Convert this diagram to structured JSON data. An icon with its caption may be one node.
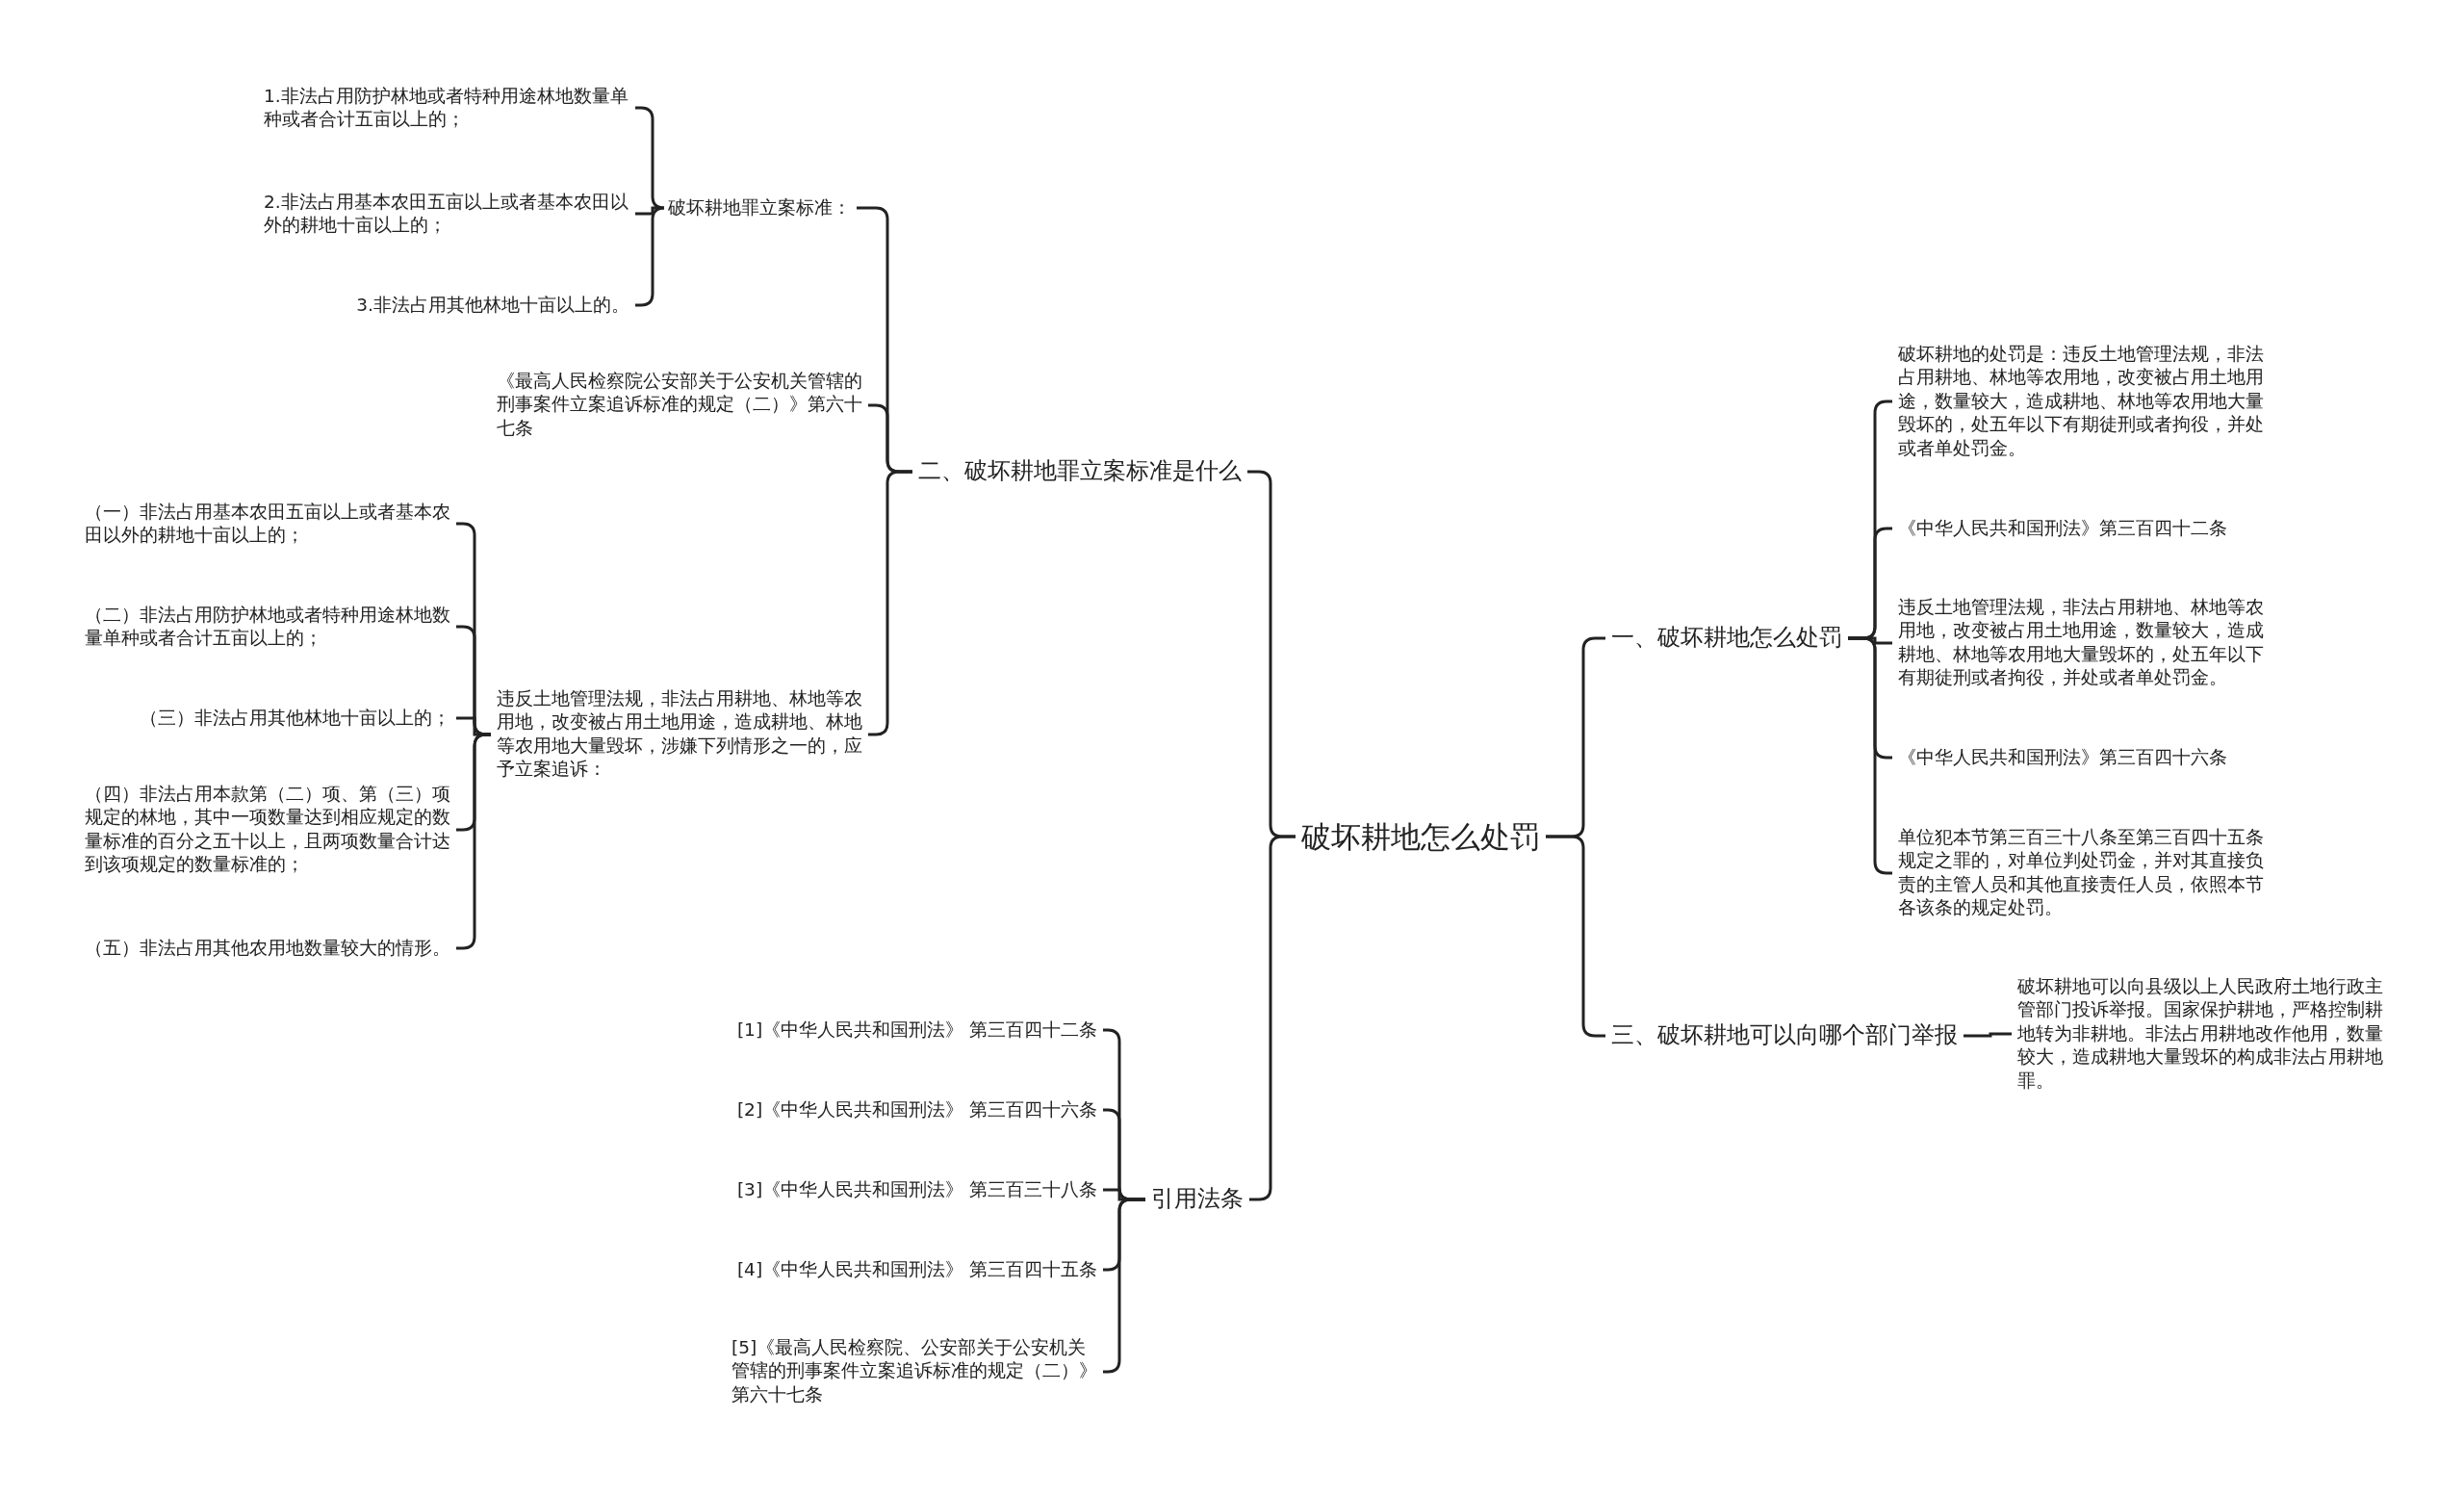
{
  "diagram": {
    "nodes": [
      {
        "text": [
          "破坏耕地怎么处罚"
        ]
      },
      {
        "text": [
          "二、破坏耕地罪立案标准是什么"
        ]
      },
      {
        "text": [
          "破坏耕地罪立案标准："
        ]
      },
      {
        "text": [
          "1.非法占用防护林地或者特种用途林地数量单种或者合计五亩以上的；"
        ]
      },
      {
        "text": [
          "2.非法占用基本农田五亩以上或者基本农田以外的耕地十亩以上的；"
        ]
      },
      {
        "text": [
          "3.非法占用其他林地十亩以上的。"
        ]
      },
      {
        "text": [
          "《最高人民检察院公安部关于公安机关管辖的刑事案件立案追诉标准的规定（二）》第六十七条"
        ]
      },
      {
        "text": [
          "违反土地管理法规，非法占用耕地、林地等农用地，改变被占用土地用途，造成耕地、林地等农用地大量毁坏，涉嫌下列情形之一的，应予立案追诉："
        ]
      },
      {
        "text": [
          "（一）非法占用基本农田五亩以上或者基本农田以外的耕地十亩以上的；"
        ]
      },
      {
        "text": [
          "（二）非法占用防护林地或者特种用途林地数量单种或者合计五亩以上的；"
        ]
      },
      {
        "text": [
          "（三）非法占用其他林地十亩以上的；"
        ]
      },
      {
        "text": [
          "（四）非法占用本款第（二）项、第（三）项规定的林地，其中一项数量达到相应规定的数量标准的百分之五十以上，且两项数量合计达到该项规定的数量标准的；"
        ]
      },
      {
        "text": [
          "（五）非法占用其他农用地数量较大的情形。"
        ]
      },
      {
        "text": [
          "引用法条"
        ]
      },
      {
        "text": [
          "[1]《中华人民共和国刑法》 第三百四十二条"
        ]
      },
      {
        "text": [
          "[2]《中华人民共和国刑法》 第三百四十六条"
        ]
      },
      {
        "text": [
          "[3]《中华人民共和国刑法》 第三百三十八条"
        ]
      },
      {
        "text": [
          "[4]《中华人民共和国刑法》 第三百四十五条"
        ]
      },
      {
        "text": [
          "[5]《最高人民检察院、公安部关于公安机关管辖的刑事案件立案追诉标准的规定（二）》第六十七条"
        ]
      },
      {
        "text": [
          "一、破坏耕地怎么处罚"
        ]
      },
      {
        "text": [
          "破坏耕地的处罚是：违反土地管理法规，非法占用耕地、林地等农用地，改变被占用土地用途，数量较大，造成耕地、林地等农用地大量毁坏的，处五年以下有期徒刑或者拘役，并处或者单处罚金。"
        ]
      },
      {
        "text": [
          "《中华人民共和国刑法》第三百四十二条"
        ]
      },
      {
        "text": [
          "违反土地管理法规，非法占用耕地、林地等农用地，改变被占用土地用途，数量较大，造成耕地、林地等农用地大量毁坏的，处五年以下有期徒刑或者拘役，并处或者单处罚金。"
        ]
      },
      {
        "text": [
          "《中华人民共和国刑法》第三百四十六条"
        ]
      },
      {
        "text": [
          "单位犯本节第三百三十八条至第三百四十五条规定之罪的，对单位判处罚金，并对其直接负责的主管人员和其他直接责任人员，依照本节各该条的规定处罚。"
        ]
      },
      {
        "text": [
          "三、破坏耕地可以向哪个部门举报"
        ]
      },
      {
        "text": [
          "破坏耕地可以向县级以上人民政府土地行政主管部门投诉举报。国家保护耕地，严格控制耕地转为非耕地。非法占用耕地改作他用，数量较大，造成耕地大量毁坏的构成非法占用耕地罪。"
        ]
      }
    ],
    "edges": [
      {
        "from": 0,
        "to": 1,
        "arrow": "none"
      },
      {
        "from": 0,
        "to": 13,
        "arrow": "none"
      },
      {
        "from": 0,
        "to": 19,
        "arrow": "none"
      },
      {
        "from": 0,
        "to": 25,
        "arrow": "none"
      },
      {
        "from": 1,
        "to": 2,
        "arrow": "none"
      },
      {
        "from": 1,
        "to": 6,
        "arrow": "none"
      },
      {
        "from": 1,
        "to": 7,
        "arrow": "none"
      },
      {
        "from": 2,
        "to": 3,
        "arrow": "none"
      },
      {
        "from": 2,
        "to": 4,
        "arrow": "none"
      },
      {
        "from": 2,
        "to": 5,
        "arrow": "none"
      },
      {
        "from": 7,
        "to": 8,
        "arrow": "none"
      },
      {
        "from": 7,
        "to": 9,
        "arrow": "none"
      },
      {
        "from": 7,
        "to": 10,
        "arrow": "none"
      },
      {
        "from": 7,
        "to": 11,
        "arrow": "none"
      },
      {
        "from": 7,
        "to": 12,
        "arrow": "none"
      },
      {
        "from": 13,
        "to": 14,
        "arrow": "none"
      },
      {
        "from": 13,
        "to": 15,
        "arrow": "none"
      },
      {
        "from": 13,
        "to": 16,
        "arrow": "none"
      },
      {
        "from": 13,
        "to": 17,
        "arrow": "none"
      },
      {
        "from": 13,
        "to": 18,
        "arrow": "none"
      },
      {
        "from": 19,
        "to": 20,
        "arrow": "none"
      },
      {
        "from": 19,
        "to": 21,
        "arrow": "none"
      },
      {
        "from": 19,
        "to": 22,
        "arrow": "none"
      },
      {
        "from": 19,
        "to": 23,
        "arrow": "none"
      },
      {
        "from": 19,
        "to": 24,
        "arrow": "none"
      },
      {
        "from": 25,
        "to": 26,
        "arrow": "none"
      }
    ]
  }
}
